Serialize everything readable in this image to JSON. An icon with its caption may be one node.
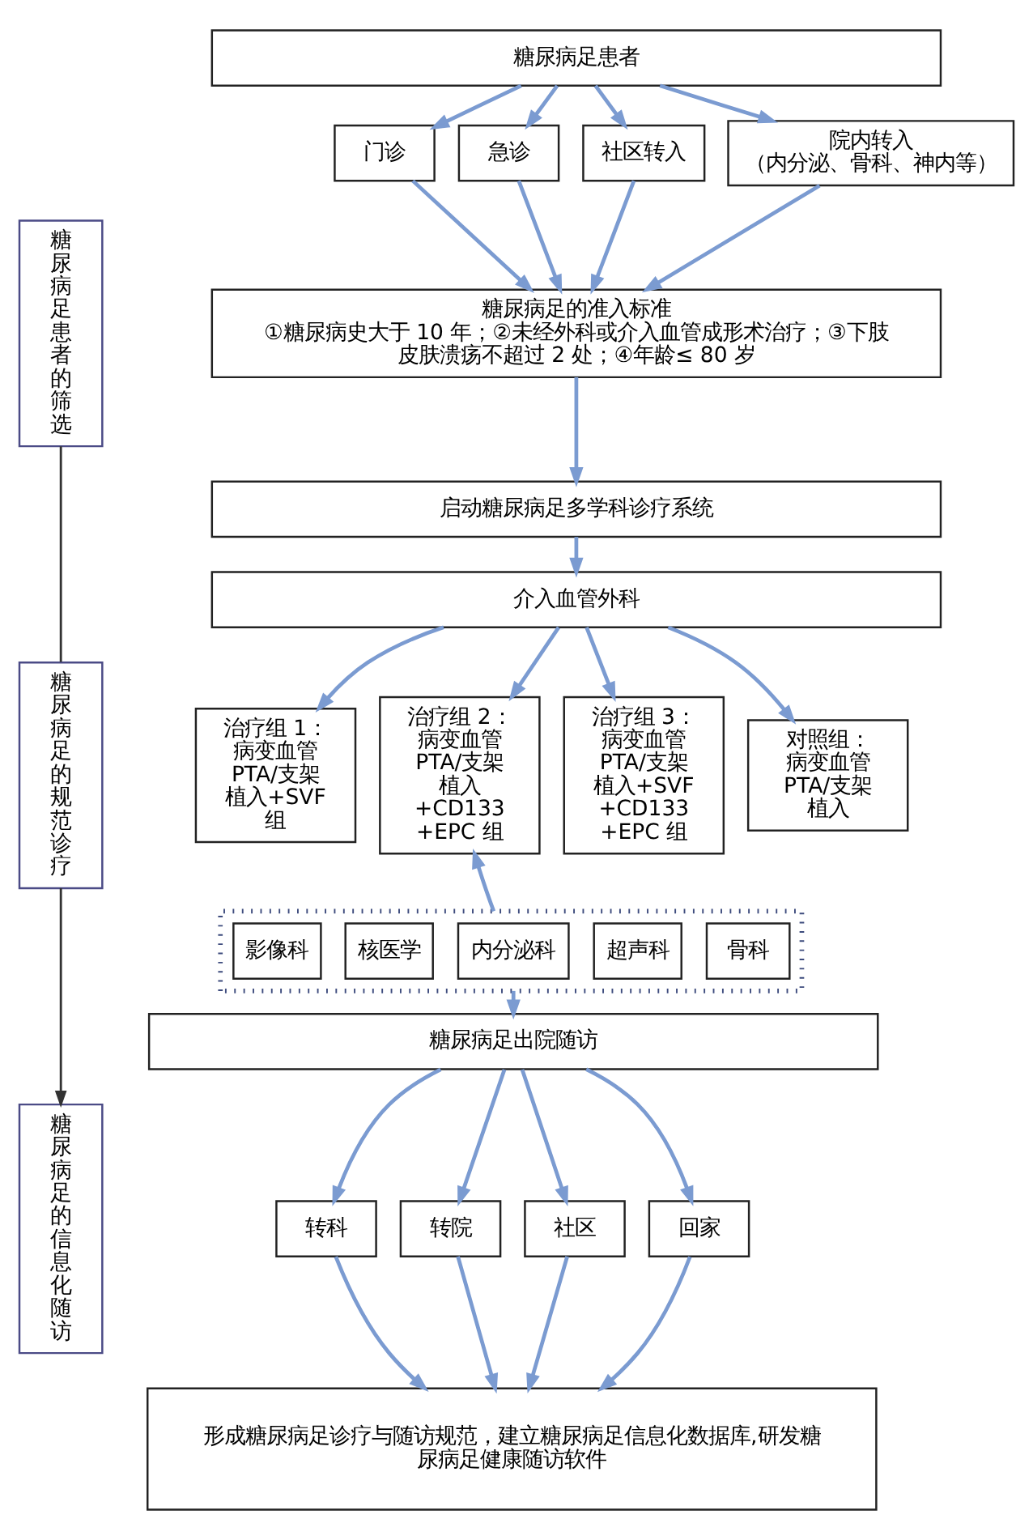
{
  "diagram": {
    "nodes": [
      {
        "text": [
          "糖尿病足患者的筛选"
        ]
      },
      {
        "text": [
          "糖尿病足的规范诊疗"
        ]
      },
      {
        "text": [
          "糖尿病足的信息化随访"
        ]
      },
      {
        "text": [
          "糖尿病足患者"
        ]
      },
      {
        "text": [
          "门诊"
        ]
      },
      {
        "text": [
          "急诊"
        ]
      },
      {
        "text": [
          "社区转入"
        ]
      },
      {
        "text": [
          "院内转入",
          "（内分泌、骨科、神内等）"
        ]
      },
      {
        "text": [
          "糖尿病足的准入标准",
          "①糖尿病史大于 10 年；②未经外科或介入血管成形术治疗；③下肢皮肤溃疡不超过 2 处；④年龄≤ 80 岁"
        ]
      },
      {
        "text": [
          "启动糖尿病足多学科诊疗系统"
        ]
      },
      {
        "text": [
          "介入血管外科"
        ]
      },
      {
        "text": [
          "治疗组 1：",
          "病变血管PTA/支架植入+SVF组"
        ]
      },
      {
        "text": [
          "治疗组 2：",
          "病变血管PTA/支架植入+CD133+EPC 组"
        ]
      },
      {
        "text": [
          "治疗组 3：",
          "病变血管PTA/支架植入+SVF+CD133+EPC 组"
        ]
      },
      {
        "text": [
          "对照组：",
          "病变血管PTA/支架植入"
        ]
      },
      {
        "text": [],
        "shape": "box"
      },
      {
        "text": [
          "影像科"
        ],
        "in": 15
      },
      {
        "text": [
          "核医学"
        ],
        "in": 15
      },
      {
        "text": [
          "内分泌科"
        ],
        "in": 15
      },
      {
        "text": [
          "超声科"
        ],
        "in": 15
      },
      {
        "text": [
          "骨科"
        ],
        "in": 15
      },
      {
        "text": [
          "糖尿病足出院随访"
        ]
      },
      {
        "text": [
          "转科"
        ]
      },
      {
        "text": [
          "转院"
        ]
      },
      {
        "text": [
          "社区"
        ]
      },
      {
        "text": [
          "回家"
        ]
      },
      {
        "text": [
          "形成糖尿病足诊疗与随访规范，建立糖尿病足信息化数据库,研发糖尿病足健康随访软件"
        ]
      }
    ],
    "edges": [
      {
        "from": 0,
        "to": 1,
        "arrow": "none",
        "color": "#333333"
      },
      {
        "from": 1,
        "to": 2,
        "arrow": "to",
        "color": "#333333"
      },
      {
        "from": 3,
        "to": 4,
        "arrow": "to"
      },
      {
        "from": 3,
        "to": 5,
        "arrow": "to"
      },
      {
        "from": 3,
        "to": 6,
        "arrow": "to"
      },
      {
        "from": 3,
        "to": 7,
        "arrow": "to"
      },
      {
        "from": 4,
        "to": 8,
        "arrow": "to"
      },
      {
        "from": 5,
        "to": 8,
        "arrow": "to"
      },
      {
        "from": 6,
        "to": 8,
        "arrow": "to"
      },
      {
        "from": 7,
        "to": 8,
        "arrow": "to"
      },
      {
        "from": 8,
        "to": 9,
        "arrow": "to"
      },
      {
        "from": 9,
        "to": 10,
        "arrow": "to"
      },
      {
        "from": 10,
        "to": 11,
        "arrow": "to"
      },
      {
        "from": 10,
        "to": 12,
        "arrow": "to"
      },
      {
        "from": 10,
        "to": 13,
        "arrow": "to"
      },
      {
        "from": 10,
        "to": 14,
        "arrow": "to"
      },
      {
        "from": 15,
        "to": 12,
        "arrow": "to"
      },
      {
        "from": 15,
        "to": 21,
        "arrow": "to"
      },
      {
        "from": 21,
        "to": 22,
        "arrow": "to"
      },
      {
        "from": 21,
        "to": 23,
        "arrow": "to"
      },
      {
        "from": 21,
        "to": 24,
        "arrow": "to"
      },
      {
        "from": 21,
        "to": 25,
        "arrow": "to"
      },
      {
        "from": 22,
        "to": 26,
        "arrow": "to"
      },
      {
        "from": 23,
        "to": 26,
        "arrow": "to"
      },
      {
        "from": 24,
        "to": 26,
        "arrow": "to"
      },
      {
        "from": 25,
        "to": 26,
        "arrow": "to"
      }
    ]
  }
}
